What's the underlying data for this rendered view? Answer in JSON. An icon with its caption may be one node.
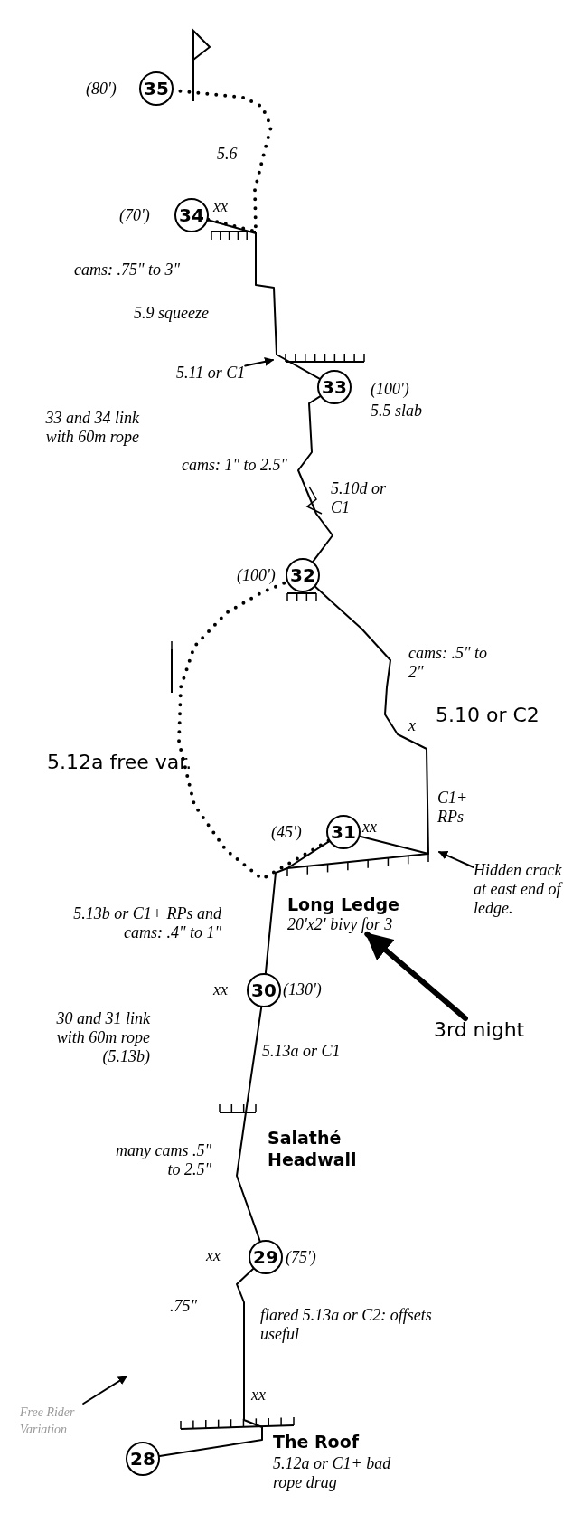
{
  "diagram": {
    "nodes": [
      {
        "text": [
          "35"
        ],
        "beside": [
          "(80')"
        ]
      },
      {
        "text": [
          "34"
        ],
        "beside": [
          "(70')",
          "xx"
        ]
      },
      {
        "text": [
          "33"
        ],
        "beside": [
          "(100')",
          "5.5 slab"
        ]
      },
      {
        "text": [
          "32"
        ],
        "beside": [
          "(100')"
        ]
      },
      {
        "text": [
          "31"
        ],
        "beside": [
          "(45')",
          "xx"
        ]
      },
      {
        "text": [
          "30"
        ],
        "beside": [
          "xx",
          "(130')"
        ]
      },
      {
        "text": [
          "29"
        ],
        "beside": [
          "xx",
          "(75')"
        ]
      },
      {
        "text": [
          "28"
        ]
      },
      {
        "text": [
          "5.11 or C1"
        ]
      },
      {
        "text": [
          "Long Ledge",
          "20'x2' bivy for 3"
        ]
      },
      {
        "text": [
          "Hidden crack at east end of ledge."
        ]
      },
      {
        "text": [
          "3rd night"
        ]
      },
      {
        "text": [
          "Free Rider Variation"
        ]
      }
    ],
    "edges": [
      {
        "from": 1,
        "to": 0,
        "arrow": "none",
        "style": "dashed"
      },
      {
        "from": 2,
        "to": 1,
        "arrow": "none"
      },
      {
        "from": 3,
        "to": 2,
        "arrow": "none"
      },
      {
        "from": 4,
        "to": 3,
        "arrow": "none",
        "style": "dashed"
      },
      {
        "from": 4,
        "to": 3,
        "arrow": "none"
      },
      {
        "from": 5,
        "to": 4,
        "arrow": "none"
      },
      {
        "from": 6,
        "to": 5,
        "arrow": "none"
      },
      {
        "from": 7,
        "to": 6,
        "arrow": "none"
      },
      {
        "from": 8,
        "to": null,
        "arrow": "to"
      },
      {
        "from": 10,
        "to": null,
        "arrow": "to"
      },
      {
        "from": 11,
        "to": 9,
        "arrow": "to",
        "style": "thick"
      },
      {
        "from": 12,
        "to": null,
        "arrow": "to"
      }
    ],
    "labels": [
      "5.6",
      "cams: .75\" to 3\"",
      "5.9 squeeze",
      "33 and 34 link with 60m rope",
      "cams: 1\" to 2.5\"",
      "5.10d or C1",
      "cams: .5\" to 2\"",
      "5.10 or C2",
      "x",
      "5.12a free var.",
      "C1+ RPs",
      "5.13b or C1+ RPs and cams: .4\" to 1\"",
      "30 and 31 link with 60m rope (5.13b)",
      "5.13a or C1",
      "Salathé Headwall",
      "many cams .5\" to 2.5\"",
      ".75\"",
      "flared 5.13a or C2: offsets useful",
      "xx",
      "The Roof",
      "5.12a or C1+ bad rope drag"
    ]
  }
}
